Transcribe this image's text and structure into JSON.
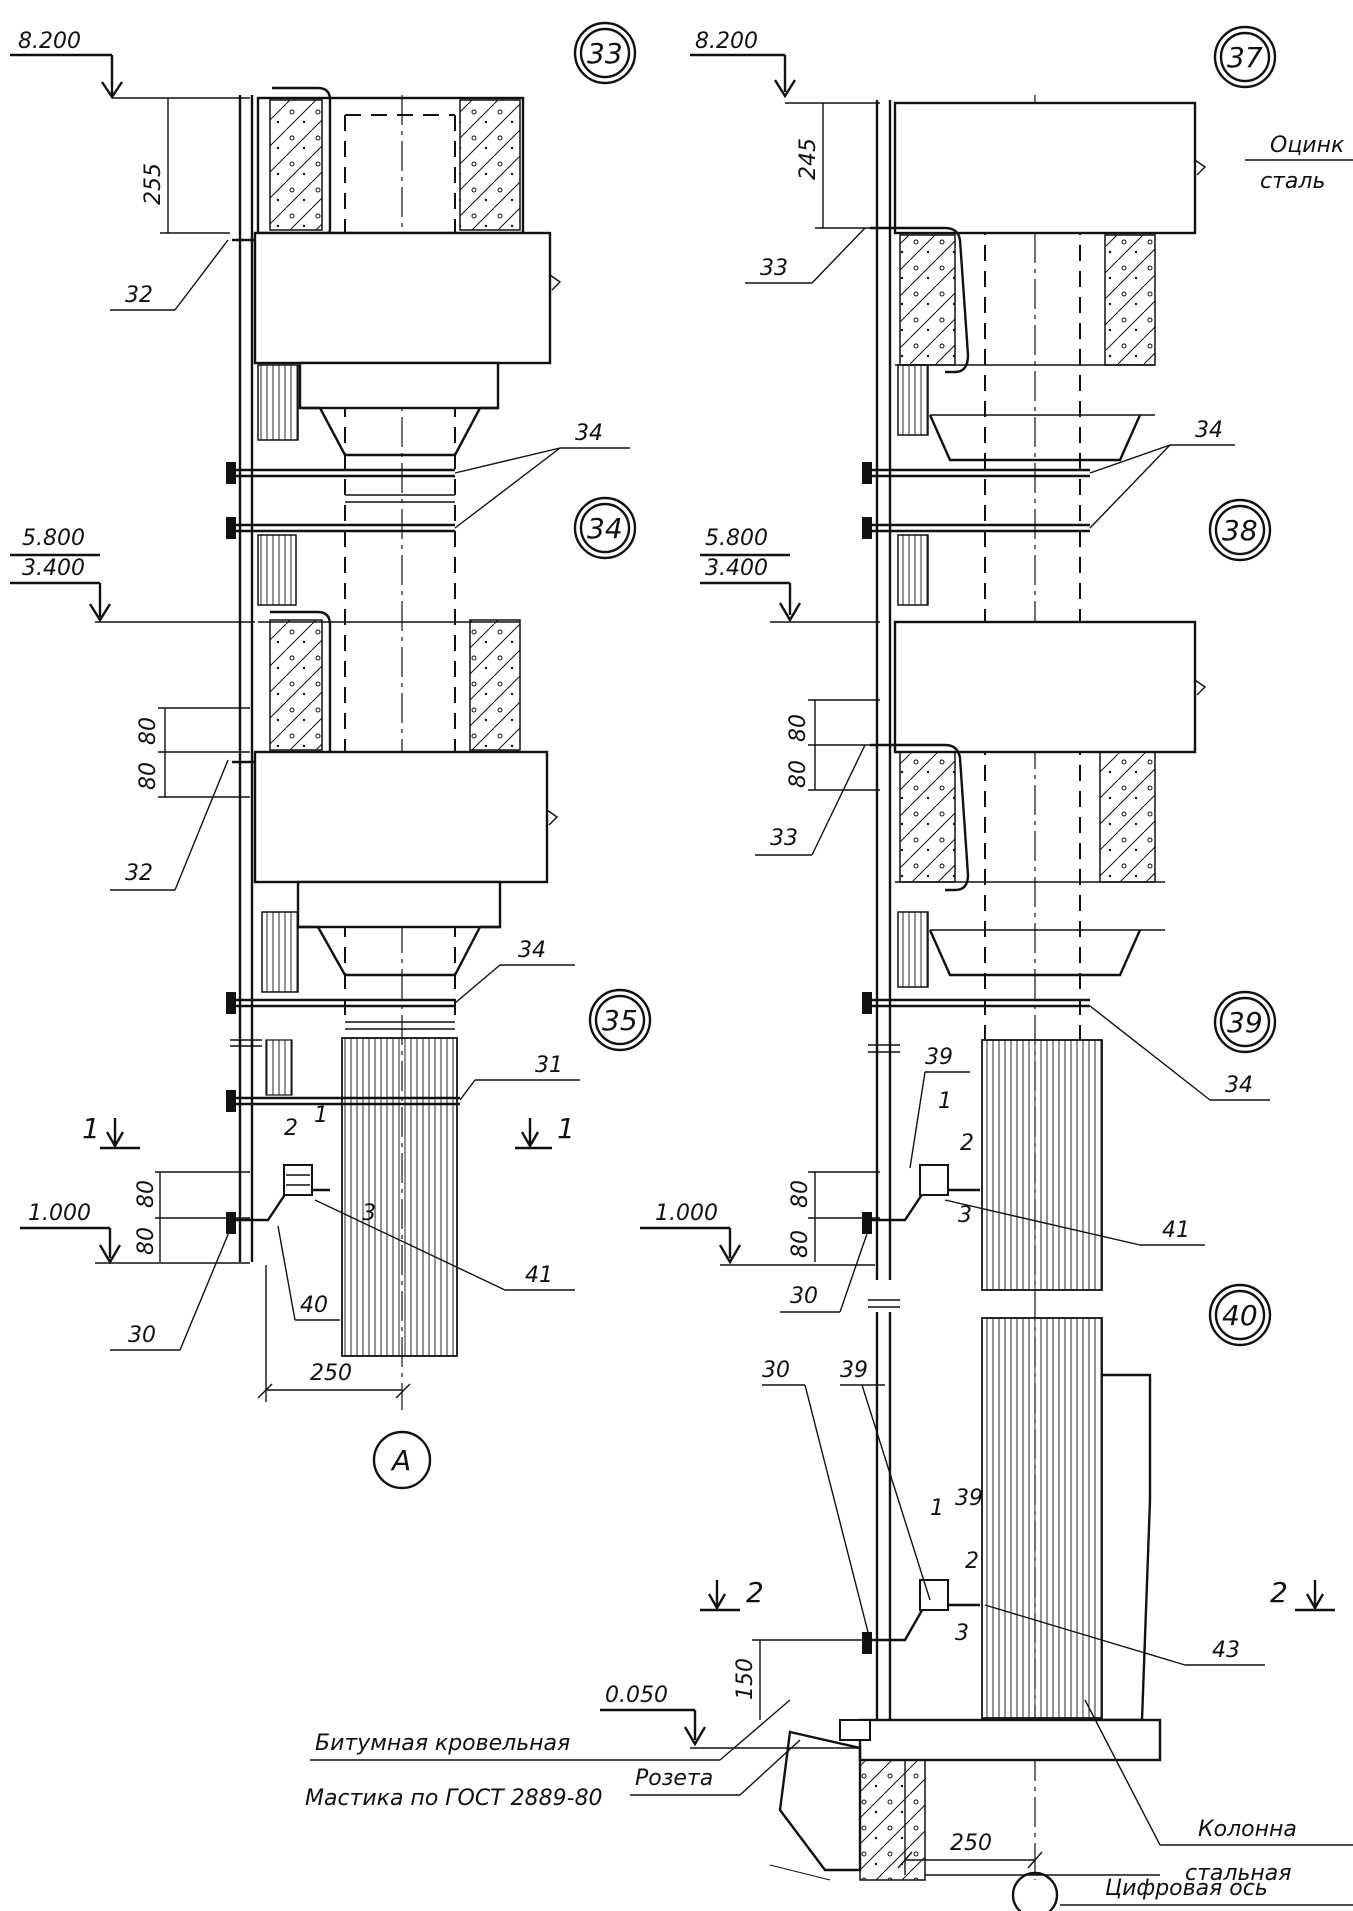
{
  "elevations": {
    "left": [
      "8.200",
      "5.800",
      "3.400",
      "1.000"
    ],
    "right": [
      "8.200",
      "5.800",
      "3.400",
      "1.000",
      "0.050"
    ]
  },
  "node_labels": {
    "left": [
      "33",
      "34",
      "35"
    ],
    "right": [
      "37",
      "38",
      "39",
      "40"
    ]
  },
  "dimensions": {
    "left": [
      "255",
      "80",
      "80",
      "80",
      "80",
      "250"
    ],
    "right": [
      "245",
      "80",
      "80",
      "80",
      "80",
      "150",
      "250"
    ]
  },
  "callouts": {
    "left": [
      "32",
      "34",
      "32",
      "34",
      "31",
      "1",
      "2",
      "3",
      "41",
      "30",
      "40"
    ],
    "right": [
      "33",
      "34",
      "33",
      "34",
      "39",
      "1",
      "2",
      "3",
      "41",
      "30",
      "30",
      "39",
      "1",
      "39",
      "2",
      "3",
      "43"
    ]
  },
  "section_marks": {
    "one_left": "1",
    "one_right": "1",
    "two_left": "2",
    "two_right": "2"
  },
  "axis_letter": "А",
  "notes": {
    "ocink": "Оцинк",
    "stal": "сталь",
    "rozeta": "Розета",
    "bitum_1": "Битумная  кровельная",
    "bitum_2": "Мастика по ГОСТ 2889-80",
    "kolonna": "Колонна",
    "stalnaya": "стальная",
    "cifrovaya_os": "Цифровая  ось"
  }
}
